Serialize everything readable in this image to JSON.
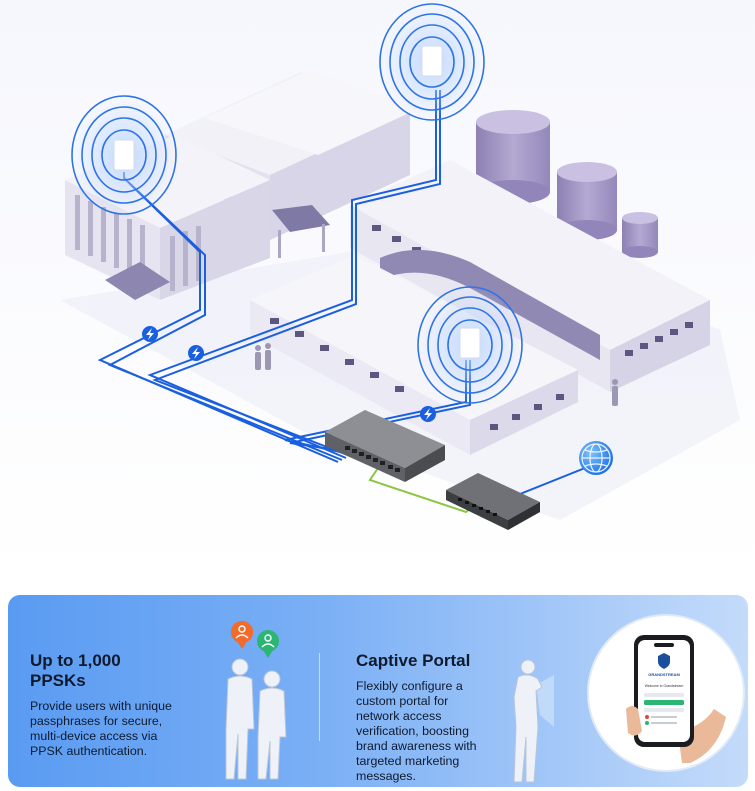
{
  "features": [
    {
      "title": "Up to 1,000 PPSKs",
      "description": "Provide users with unique passphrases for secure, multi-device access via PPSK authentication."
    },
    {
      "title": "Captive Portal",
      "description": "Flexibly configure a custom portal for network access verification, boosting brand awareness with targeted marketing messages."
    }
  ],
  "phone_screen": {
    "brand": "GRANDSTREAM",
    "welcome": "Welcome to Grandstream"
  },
  "icons": {
    "network_link": "lightning-bolt-icon",
    "internet": "globe-icon",
    "user_badges": [
      "user-badge-orange-icon",
      "user-badge-green-icon"
    ]
  },
  "colors": {
    "cable_blue": "#1a5fe0",
    "cable_green": "#8cc63f",
    "panel_start": "#5a9bf2",
    "panel_end": "#c4dbfa",
    "badge_orange": "#f26b2b",
    "badge_green": "#2bb673",
    "building": "#eceaf6",
    "tank": "#a89cc6"
  }
}
